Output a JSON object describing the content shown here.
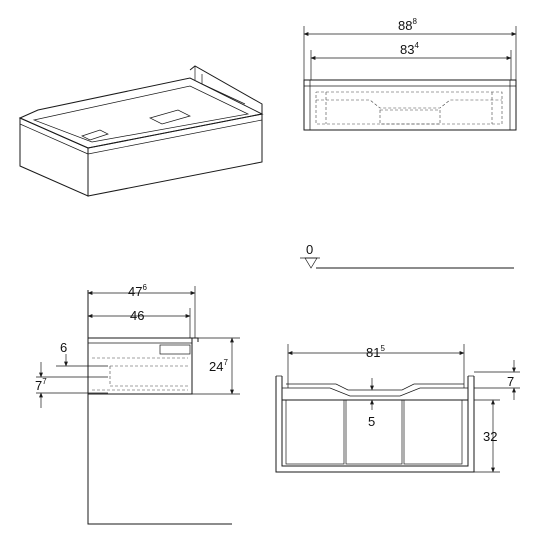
{
  "dimensions": {
    "top_overall": {
      "main": "88",
      "sup": "8"
    },
    "top_inner": {
      "main": "83",
      "sup": "4"
    },
    "datum": "0",
    "side_depth_overall": {
      "main": "47",
      "sup": "6"
    },
    "side_depth": "46",
    "side_offset_top": "6",
    "side_offset_low": {
      "main": "7",
      "sup": "7"
    },
    "side_height": {
      "main": "24",
      "sup": "7"
    },
    "front_width": {
      "main": "81",
      "sup": "5"
    },
    "front_gap": "5",
    "front_top": "7",
    "front_drawer": "32"
  }
}
